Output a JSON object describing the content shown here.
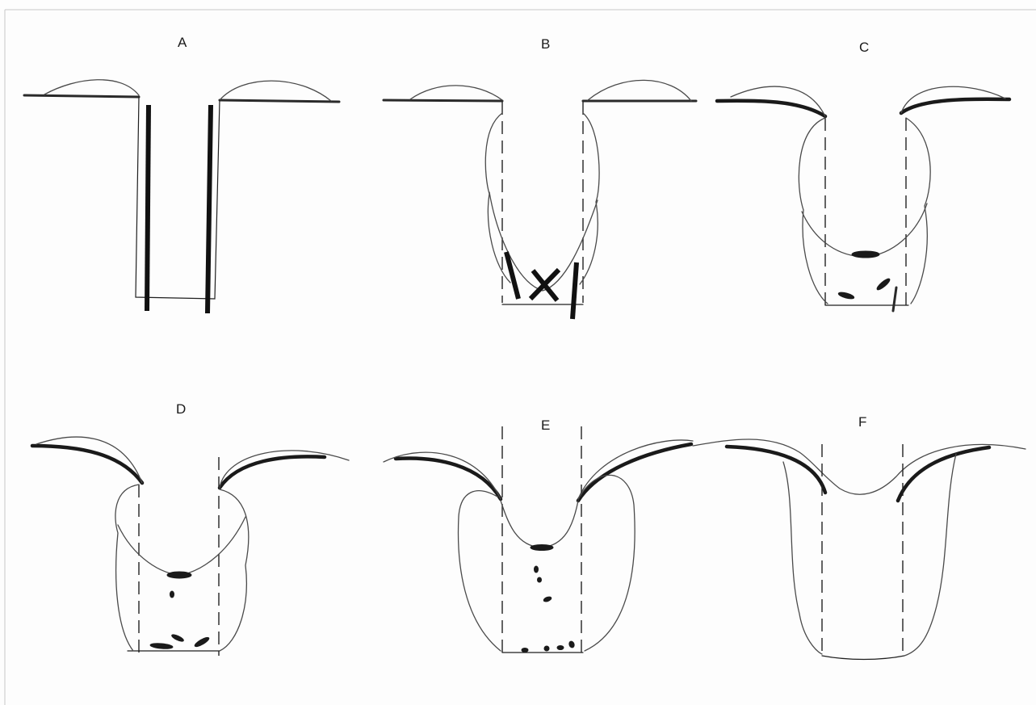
{
  "panels": [
    {
      "label": "A"
    },
    {
      "label": "B"
    },
    {
      "label": "C"
    },
    {
      "label": "D"
    },
    {
      "label": "E"
    },
    {
      "label": "F"
    }
  ],
  "colors": {
    "ink": "#1a1a1a",
    "outline": "#4a4a4a",
    "background": "#fdfdfd"
  }
}
